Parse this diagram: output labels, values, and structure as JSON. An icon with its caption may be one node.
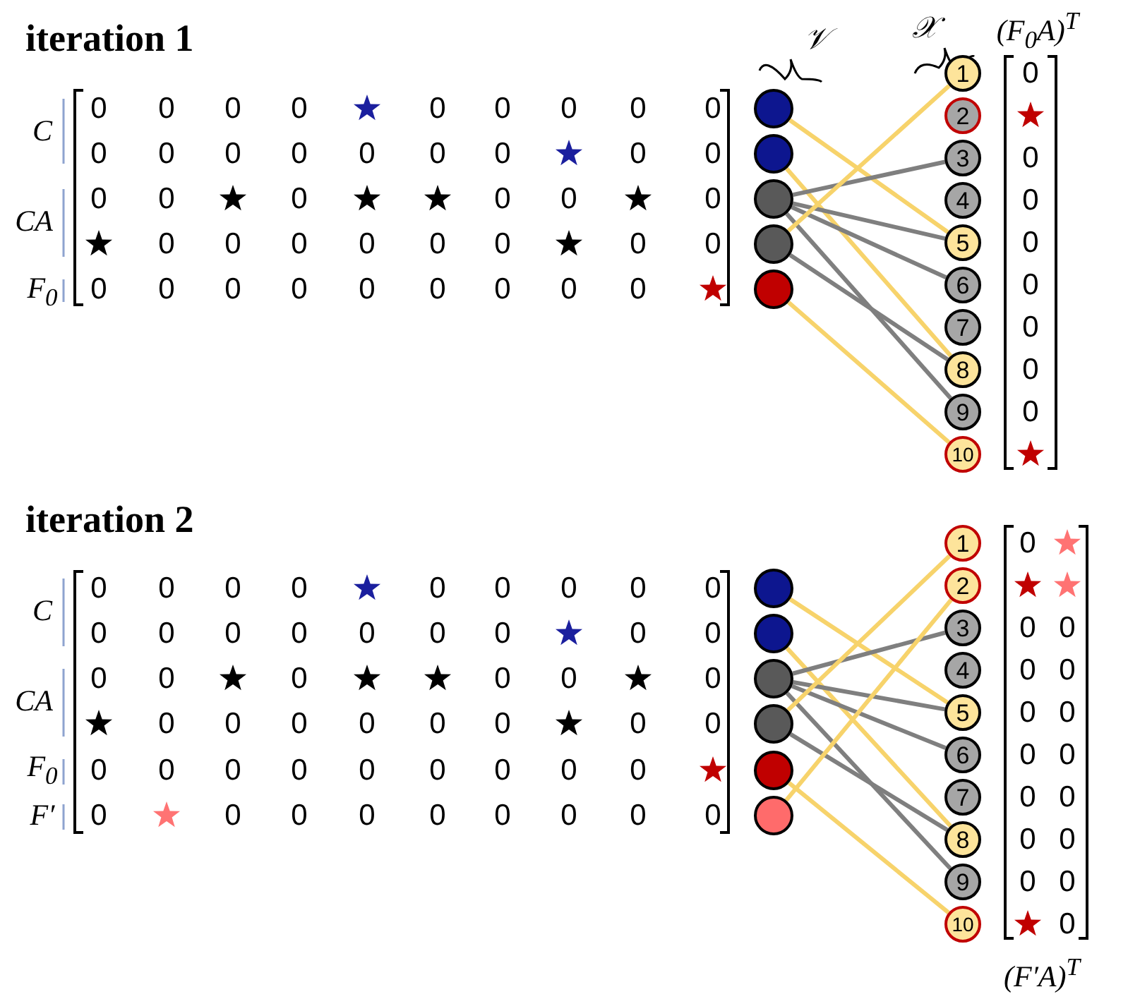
{
  "diagram": {
    "nodes": [
      {
        "text": [],
        "shape": "circle"
      },
      {
        "text": [],
        "shape": "circle"
      },
      {
        "text": [],
        "shape": "circle"
      },
      {
        "text": [],
        "shape": "circle"
      },
      {
        "text": [],
        "shape": "circle"
      },
      {
        "text": [
          "1"
        ]
      },
      {
        "text": [
          "2"
        ]
      },
      {
        "text": [
          "3"
        ]
      },
      {
        "text": [
          "4"
        ]
      },
      {
        "text": [
          "5"
        ]
      },
      {
        "text": [
          "6"
        ]
      },
      {
        "text": [
          "7"
        ]
      },
      {
        "text": [
          "8"
        ]
      },
      {
        "text": [
          "9"
        ]
      },
      {
        "text": [
          "10"
        ]
      },
      {
        "text": [],
        "shape": "circle"
      },
      {
        "text": [],
        "shape": "circle"
      },
      {
        "text": [],
        "shape": "circle"
      },
      {
        "text": [],
        "shape": "circle"
      },
      {
        "text": [],
        "shape": "circle"
      },
      {
        "text": [],
        "shape": "circle"
      },
      {
        "text": [
          "1"
        ]
      },
      {
        "text": [
          "2"
        ]
      },
      {
        "text": [
          "3"
        ]
      },
      {
        "text": [
          "4"
        ]
      },
      {
        "text": [
          "5"
        ]
      },
      {
        "text": [
          "6"
        ]
      },
      {
        "text": [
          "7"
        ]
      },
      {
        "text": [
          "8"
        ]
      },
      {
        "text": [
          "9"
        ]
      },
      {
        "text": [
          "10"
        ]
      }
    ],
    "edges": [
      {
        "from": 0,
        "to": 9,
        "arrow": "none",
        "color": "#f7d36b"
      },
      {
        "from": 1,
        "to": 12,
        "arrow": "none",
        "color": "#f7d36b"
      },
      {
        "from": 2,
        "to": 7,
        "arrow": "none"
      },
      {
        "from": 2,
        "to": 9,
        "arrow": "none"
      },
      {
        "from": 2,
        "to": 10,
        "arrow": "none"
      },
      {
        "from": 2,
        "to": 13,
        "arrow": "none"
      },
      {
        "from": 3,
        "to": 5,
        "arrow": "none",
        "color": "#f7d36b"
      },
      {
        "from": 3,
        "to": 12,
        "arrow": "none"
      },
      {
        "from": 4,
        "to": 14,
        "arrow": "none",
        "color": "#f7d36b"
      },
      {
        "from": 15,
        "to": 25,
        "arrow": "none",
        "color": "#f7d36b"
      },
      {
        "from": 16,
        "to": 28,
        "arrow": "none",
        "color": "#f7d36b"
      },
      {
        "from": 17,
        "to": 23,
        "arrow": "none"
      },
      {
        "from": 17,
        "to": 25,
        "arrow": "none"
      },
      {
        "from": 17,
        "to": 26,
        "arrow": "none"
      },
      {
        "from": 17,
        "to": 29,
        "arrow": "none"
      },
      {
        "from": 18,
        "to": 21,
        "arrow": "none",
        "color": "#f7d36b"
      },
      {
        "from": 18,
        "to": 28,
        "arrow": "none"
      },
      {
        "from": 19,
        "to": 30,
        "arrow": "none",
        "color": "#f7d36b"
      },
      {
        "from": 20,
        "to": 22,
        "arrow": "none",
        "color": "#f7d36b"
      }
    ],
    "labels": [
      "iteration 1",
      "𝒱",
      "𝒳",
      "(F$_{0}$A)$^{T}$",
      "C",
      "CA",
      "F$_{0}$",
      "0",
      "0",
      "0",
      "0",
      "0",
      "0",
      "0",
      "0",
      "0",
      "0",
      "0",
      "0",
      "0",
      "0",
      "0",
      "0",
      "0",
      "0",
      "0",
      "0",
      "0",
      "0",
      "0",
      "0",
      "0",
      "0",
      "0",
      "0",
      "0",
      "0",
      "0",
      "0",
      "0",
      "0",
      "0",
      "0",
      "0",
      "0",
      "0",
      "0",
      "0",
      "0",
      "0",
      "0",
      "0",
      "0",
      "0",
      "0",
      "0",
      "iteration 2",
      "C",
      "CA",
      "F$_{0}$",
      "F′",
      "0",
      "0",
      "0",
      "0",
      "0",
      "0",
      "0",
      "0",
      "0",
      "0",
      "0",
      "0",
      "0",
      "0",
      "0",
      "0",
      "0",
      "0",
      "0",
      "0",
      "0",
      "0",
      "0",
      "0",
      "0",
      "0",
      "0",
      "0",
      "0",
      "0",
      "0",
      "0",
      "0",
      "0",
      "0",
      "0",
      "0",
      "0",
      "0",
      "0",
      "0",
      "0",
      "0",
      "0",
      "0",
      "0",
      "0",
      "0",
      "0",
      "0",
      "0",
      "0",
      "0",
      "0",
      "0",
      "0",
      "0",
      "0",
      "0",
      "0",
      "0",
      "0",
      "0",
      "0",
      "0",
      "0",
      "(F′A)$^{T}$"
    ]
  }
}
